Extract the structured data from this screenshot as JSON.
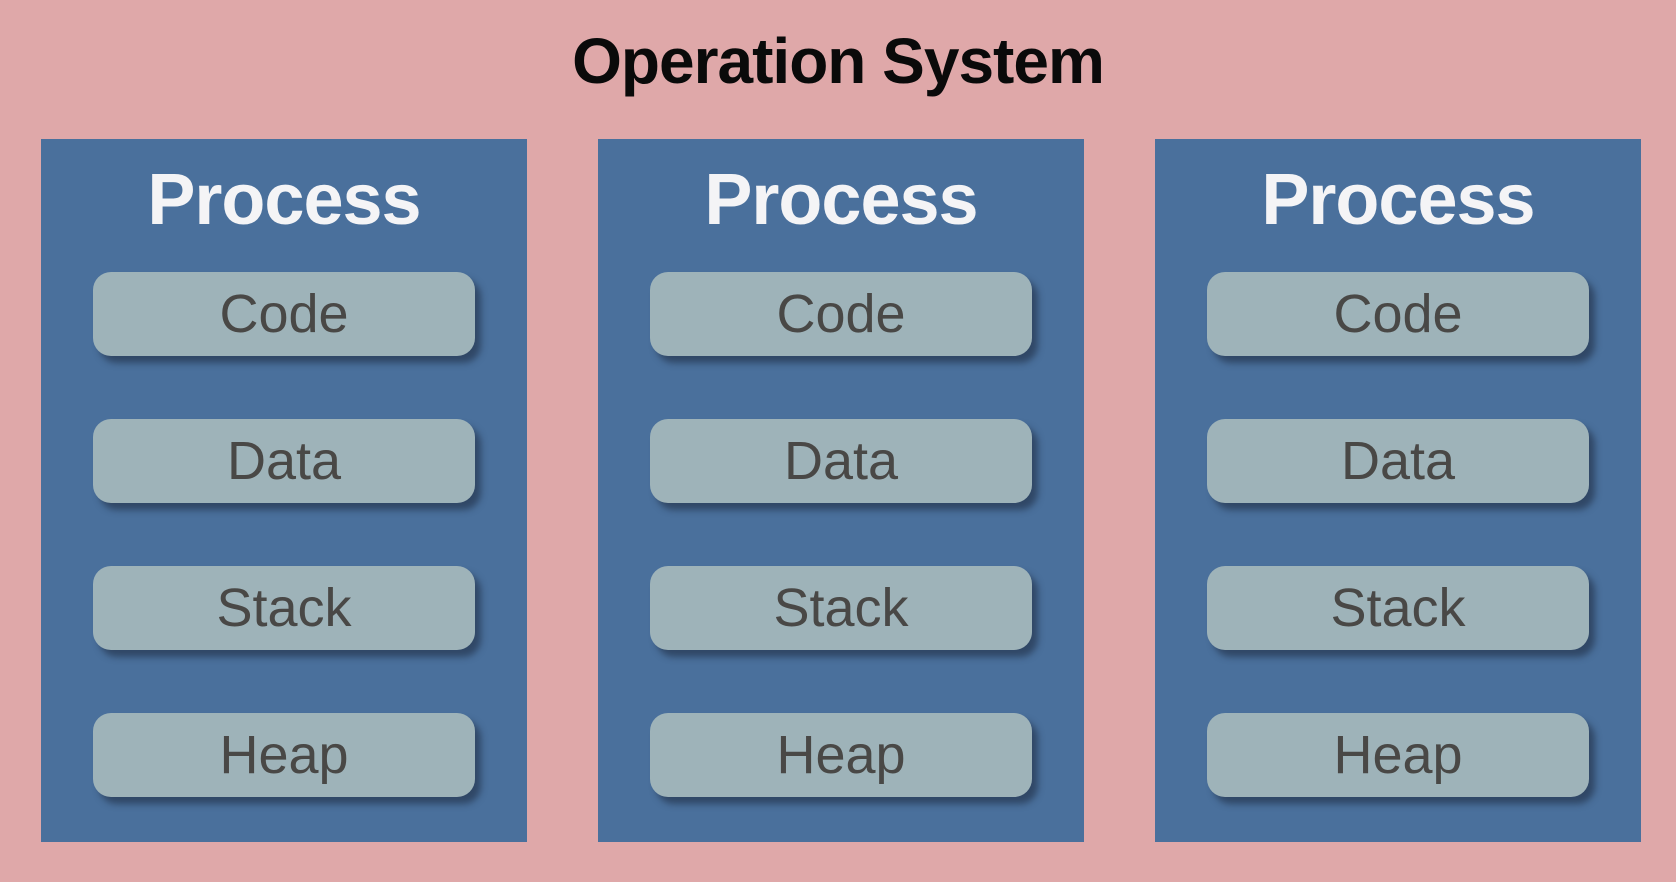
{
  "title": "Operation System",
  "colors": {
    "background": "#dfa8a9",
    "process_box": "#4a709c",
    "segment_box": "#9eb3b9",
    "title_text": "#0a0a0a",
    "process_text": "#f4f4f6",
    "segment_text": "#494846"
  },
  "processes": [
    {
      "label": "Process",
      "segments": [
        "Code",
        "Data",
        "Stack",
        "Heap"
      ]
    },
    {
      "label": "Process",
      "segments": [
        "Code",
        "Data",
        "Stack",
        "Heap"
      ]
    },
    {
      "label": "Process",
      "segments": [
        "Code",
        "Data",
        "Stack",
        "Heap"
      ]
    }
  ]
}
